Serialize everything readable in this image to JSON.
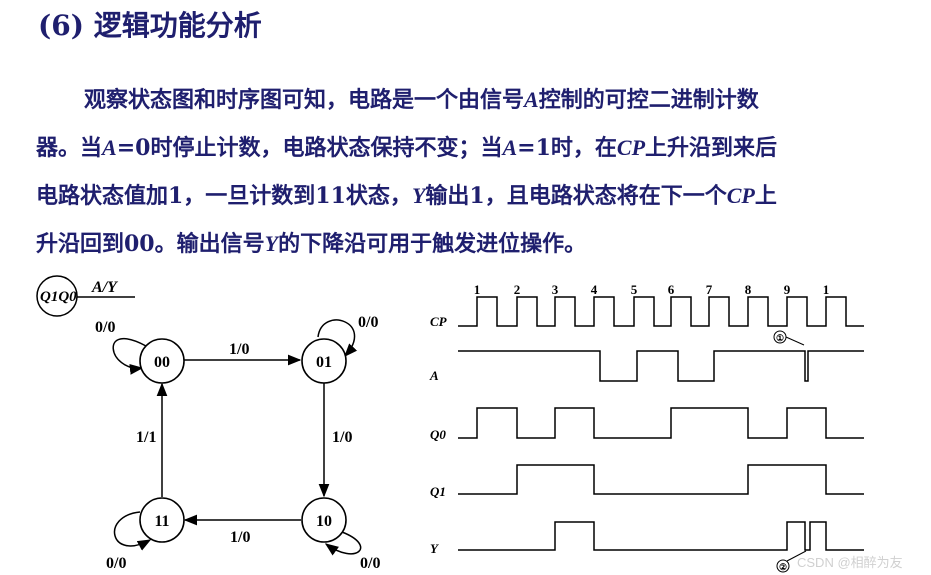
{
  "heading": {
    "number": "(6)",
    "text": "逻辑功能分析"
  },
  "paragraph": {
    "l1_a": "观察状态图和时序图可知，电路是一个由信号",
    "l1_b": "A",
    "l1_c": "控制的可控二进制计数",
    "l2_a": "器。当",
    "l2_b": "A",
    "l2_c": "=0时停止计数，电路状态保持不变；当",
    "l2_d": "A",
    "l2_e": "=1时，在",
    "l2_f": "CP",
    "l2_g": "上升沿到来后",
    "l3_a": "电路状态值加1，一旦计数到11状态，",
    "l3_b": "Y",
    "l3_c": "输出1，且电路状态将在下一个",
    "l3_d": "CP",
    "l3_e": "上",
    "l4_a": "升沿回到00。输出信号",
    "l4_b": "Y",
    "l4_c": "的下降沿可用于触发进位操作。"
  },
  "state_diagram": {
    "legend_state": "Q1Q0",
    "legend_io": "A/Y",
    "states": [
      "00",
      "01",
      "10",
      "11"
    ],
    "transitions": [
      {
        "from": "00",
        "to": "01",
        "label": "1/0"
      },
      {
        "from": "01",
        "to": "10",
        "label": "1/0"
      },
      {
        "from": "10",
        "to": "11",
        "label": "1/0"
      },
      {
        "from": "11",
        "to": "00",
        "label": "1/1"
      }
    ],
    "self_loops": [
      {
        "state": "00",
        "label": "0/0"
      },
      {
        "state": "01",
        "label": "0/0"
      },
      {
        "state": "10",
        "label": "0/0"
      },
      {
        "state": "11",
        "label": "0/0"
      }
    ]
  },
  "timing_diagram": {
    "signals": [
      "CP",
      "A",
      "Q0",
      "Q1",
      "Y"
    ],
    "cp_pulse_labels": [
      "1",
      "2",
      "3",
      "4",
      "5",
      "6",
      "7",
      "8",
      "9",
      "1"
    ],
    "markers": [
      "①",
      "②"
    ]
  },
  "watermark": "CSDN @相醉为友"
}
